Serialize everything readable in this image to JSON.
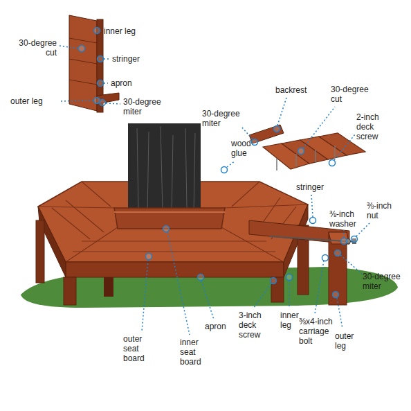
{
  "diagram": {
    "labels": [
      "inner leg",
      "30-degree cut",
      "stringer",
      "apron",
      "outer leg",
      "30-degree miter",
      "backrest",
      "30-degree cut",
      "2-inch deck screw",
      "30-degree miter",
      "wood glue",
      "stringer",
      "⅜-inch nut",
      "⅜-inch washer",
      "30-degree miter",
      "outer seat board",
      "inner seat board",
      "apron",
      "3-inch deck screw",
      "inner leg",
      "⅜x4-inch carriage bolt",
      "outer leg"
    ]
  }
}
